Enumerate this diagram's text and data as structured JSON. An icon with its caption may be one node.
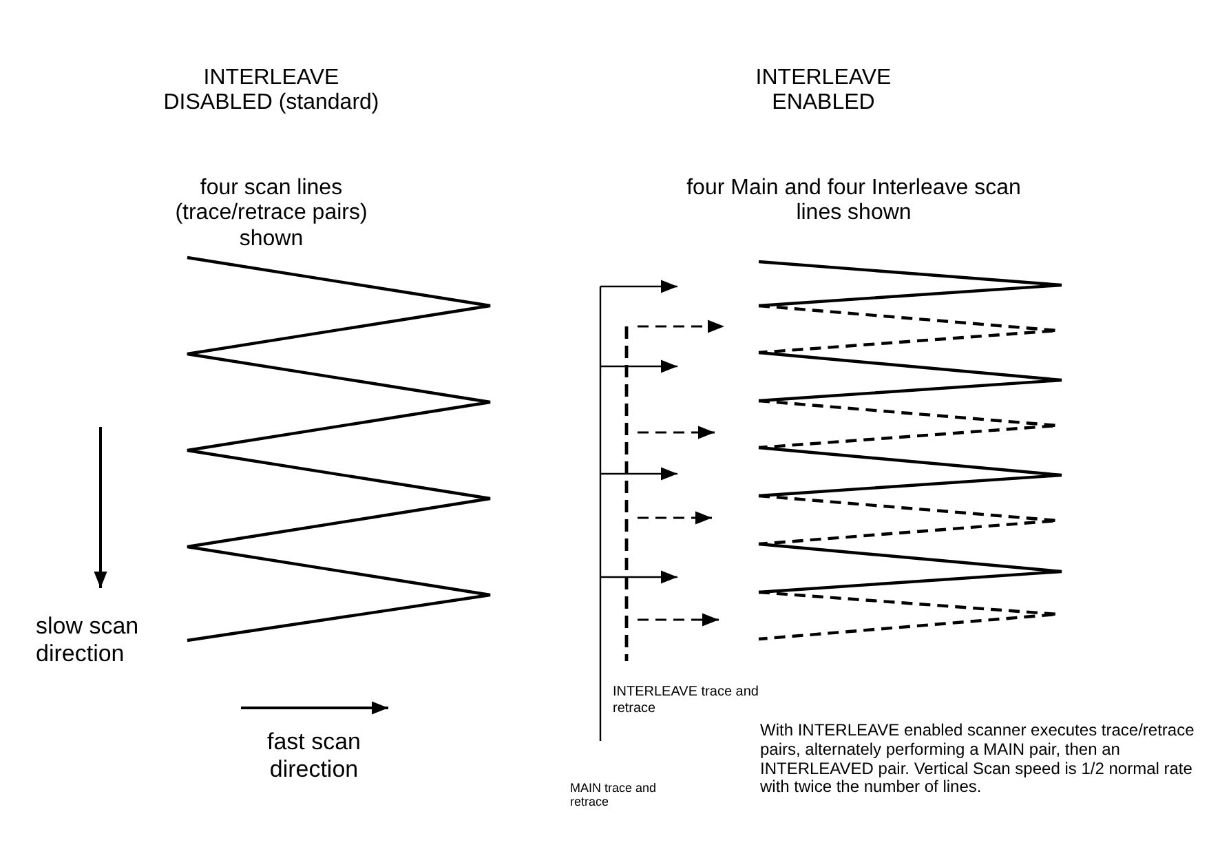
{
  "diagram": {
    "labels": [
      "INTERLEAVE DISABLED (standard)",
      "INTERLEAVE ENABLED",
      "four scan lines (trace/retrace pairs) shown",
      "four Main and four Interleave scan lines shown",
      "slow scan direction",
      "fast scan direction",
      "INTERLEAVE trace and retrace",
      "MAIN trace and retrace",
      "With INTERLEAVE enabled scanner executes trace/retrace pairs, alternately performing a MAIN pair, then an INTERLEAVED pair. Vertical Scan speed is 1/2 normal rate with twice the number of lines."
    ]
  }
}
